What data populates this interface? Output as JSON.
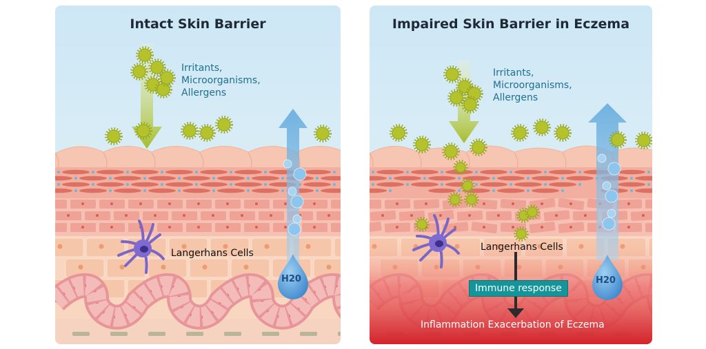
{
  "left_panel": {
    "title": "Intact Skin Barrier",
    "irritants_label": [
      "Irritants,",
      "Microorganisms,",
      "Allergens"
    ],
    "langerhans_label": "Langerhans Cells",
    "water_label": "H20"
  },
  "right_panel": {
    "title": "Impaired Skin Barrier in Eczema",
    "irritants_label": [
      "Irritants,",
      "Microorganisms,",
      "Allergens"
    ],
    "langerhans_label": "Langerhans Cells",
    "water_label": "H20",
    "immune_label": "Immune response",
    "inflammation_label": "Inflammation Exacerbation of Eczema"
  },
  "colors": {
    "sky": "#d3ebf6",
    "allergen": "#b4c32c",
    "water_arrow": "#5fa8dc",
    "irritant_arrow": "#a6bd2c",
    "immune_badge": "#14959a",
    "inflammation": "#d2232c"
  }
}
